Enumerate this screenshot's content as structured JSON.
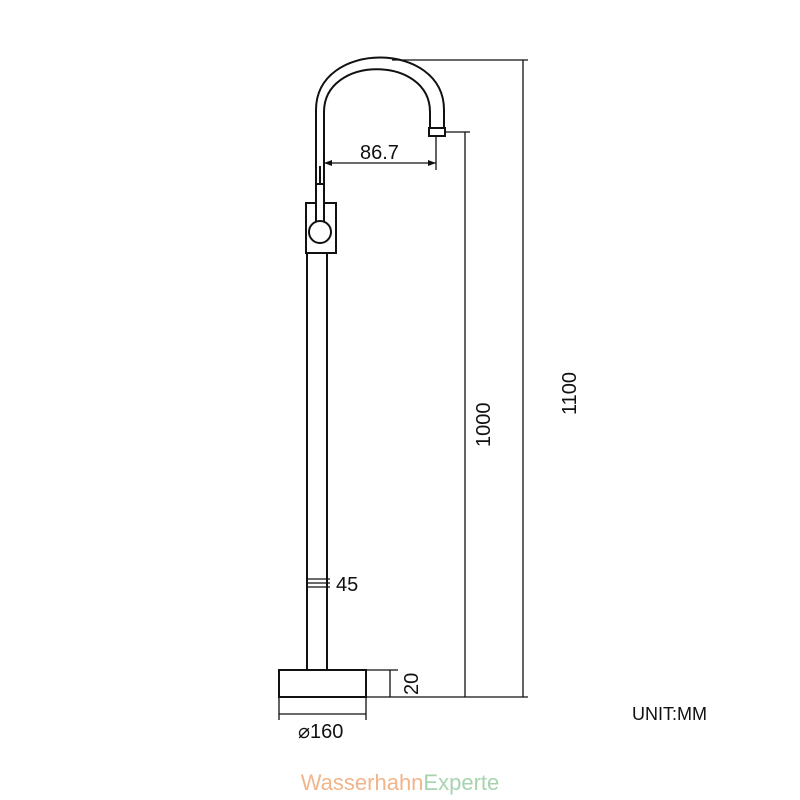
{
  "dimensions": {
    "spout_reach": "86.7",
    "height_to_outlet": "1000",
    "overall_height": "1100",
    "pipe_diameter": "45",
    "base_thickness": "20",
    "base_diameter": "⌀160"
  },
  "unit_label": "UNIT:MM",
  "watermark": {
    "part1": "Wasserhahn",
    "part2": "Experte"
  },
  "colors": {
    "line": "#111111",
    "watermark_orange": "#f2b48a",
    "watermark_green": "#a8d3b0"
  }
}
